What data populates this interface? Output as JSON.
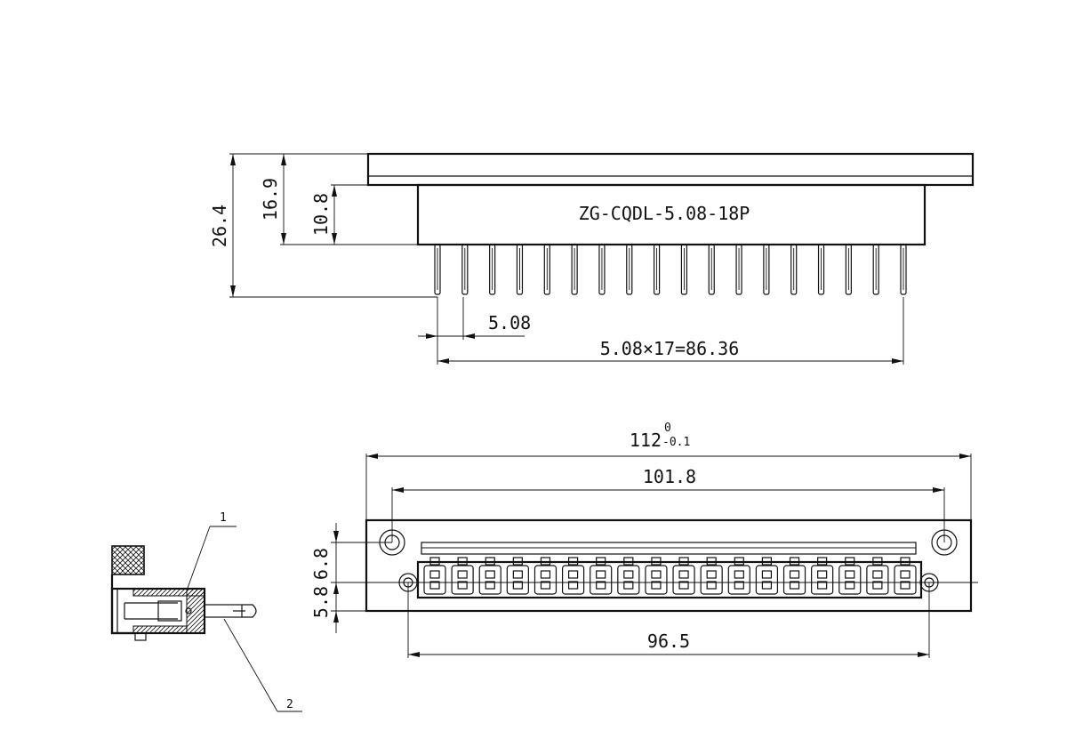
{
  "top_view": {
    "model_label": "ZG-CQDL-5.08-18P",
    "pin_count": 18,
    "dims": {
      "overall_height": "26.4",
      "body_height": "16.9",
      "housing_height": "10.8",
      "pitch": "5.08",
      "pin_span": "5.08×17=86.36"
    }
  },
  "front_view": {
    "dims": {
      "overall_width_base": "112",
      "overall_width_tol_upper": "0",
      "overall_width_tol_lower": "-0.1",
      "mount_hole_span": "101.8",
      "inner_hole_span": "96.5",
      "upper_offset": "6.8",
      "lower_offset": "5.8"
    }
  },
  "side_view": {
    "callouts": [
      "1",
      "2"
    ]
  }
}
